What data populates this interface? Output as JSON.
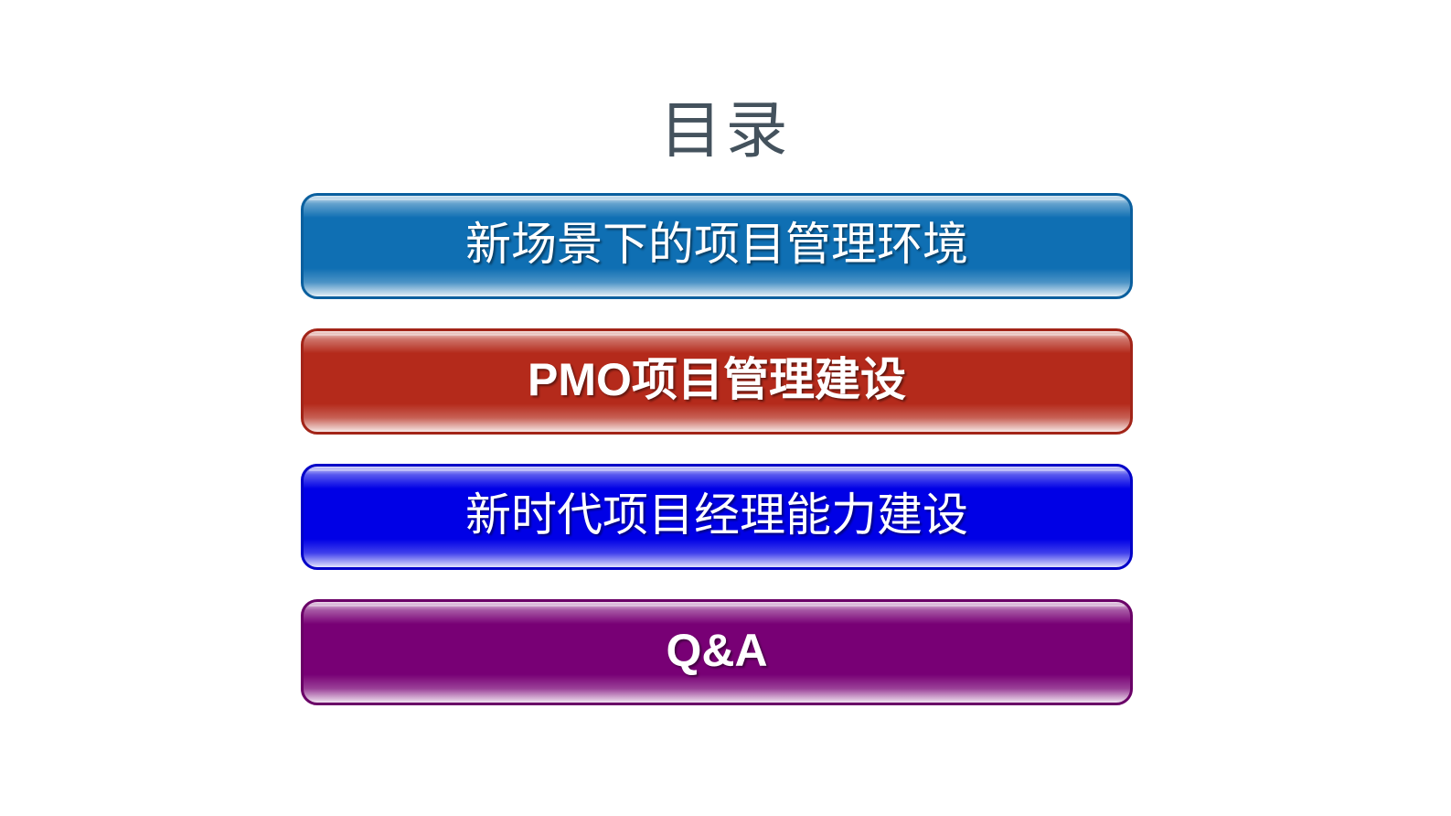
{
  "page": {
    "title": "目录"
  },
  "menu": {
    "items": [
      {
        "label": "新场景下的项目管理环境",
        "color": "#0f6fb3",
        "edge": "#0a5f9e"
      },
      {
        "label": "PMO项目管理建设",
        "color": "#b42a1b",
        "edge": "#a22418"
      },
      {
        "label": "新时代项目经理能力建设",
        "color": "#0000e6",
        "edge": "#0000c8"
      },
      {
        "label": "Q&A",
        "color": "#780075",
        "edge": "#6a0067"
      }
    ]
  }
}
